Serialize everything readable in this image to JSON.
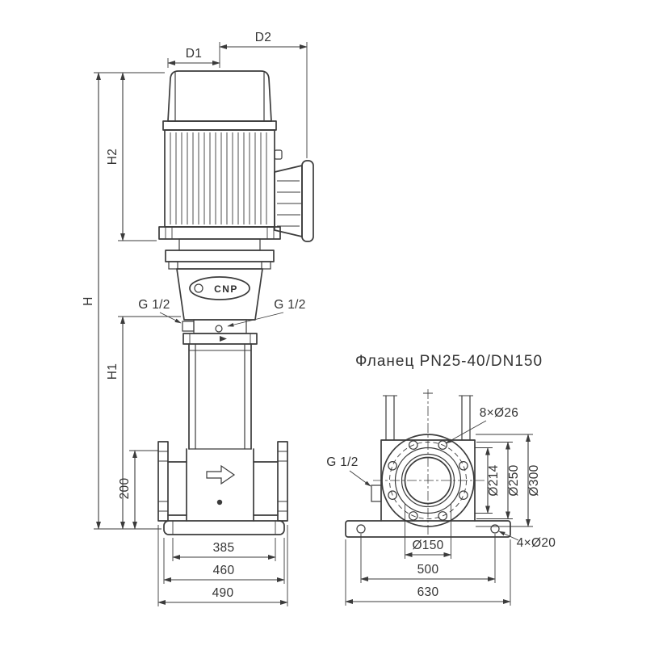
{
  "drawing": {
    "background": "#ffffff",
    "line_color": "#3b3b3b",
    "text_color": "#333333"
  },
  "pump_view": {
    "logo_text": "CNP",
    "port_left_label": "G 1/2",
    "port_right_label": "G 1/2",
    "dims": {
      "d1": "D1",
      "d2": "D2",
      "h2": "H2",
      "h": "H",
      "h1": "H1",
      "port_height": "200",
      "base_width_inner": "385",
      "base_width_mid": "460",
      "base_width_outer": "490"
    }
  },
  "flange_view": {
    "title": "Фланец PN25-40/DN150",
    "bolt_hole_label": "8×Ø26",
    "port_label": "G 1/2",
    "anchor_hole_label": "4×Ø20",
    "dims": {
      "raised_face": "Ø214",
      "bolt_circle": "Ø250",
      "outer": "Ø300",
      "bore": "Ø150",
      "anchor_spacing": "500",
      "base_width": "630"
    }
  }
}
